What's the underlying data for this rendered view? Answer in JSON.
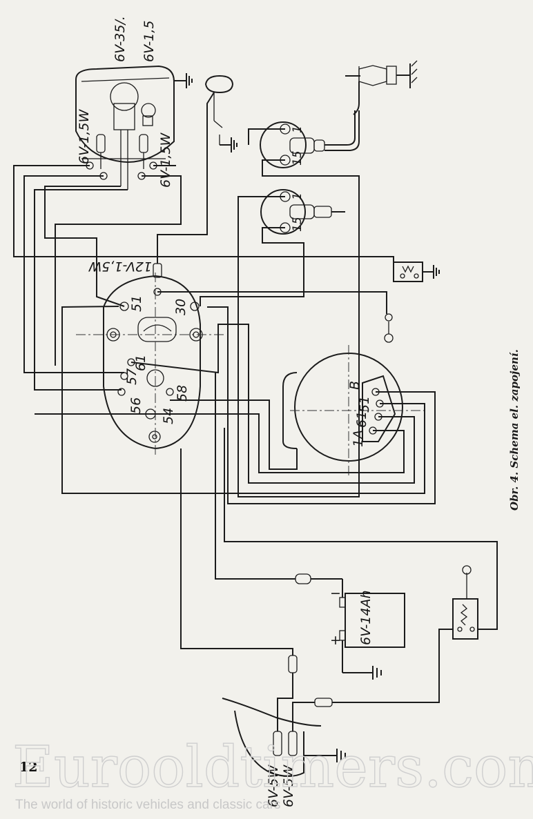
{
  "labels": {
    "headlamp_main": "6V-35/.",
    "headlamp_aux": "6V-1,5",
    "pilot_left": "6V-1,5W",
    "pilot_right": "6V-1,5W",
    "speedo_bulb": "12V-1,5W",
    "t51": "51",
    "t30": "30",
    "t61": "61",
    "t57": "57",
    "t56": "56",
    "t58": "58",
    "t54": "54",
    "coil_top_1": "1",
    "coil_top_15": "15",
    "coil_mid_1": "1",
    "coil_mid_15": "15",
    "dyn_1a": "1A",
    "dyn_61": "61",
    "dyn_51": "51",
    "dyn_b": "B",
    "battery": "6V-14Ah",
    "batt_minus": "−",
    "batt_plus": "+",
    "tail1": "6V-5W",
    "tail2": "6V-5W"
  },
  "caption": "Obr. 4. Schema el. zapojení.",
  "page_number": "12",
  "watermark": {
    "main": "Eurooldtimers.com",
    "tagline": "The world of historic vehicles and classic cars"
  }
}
